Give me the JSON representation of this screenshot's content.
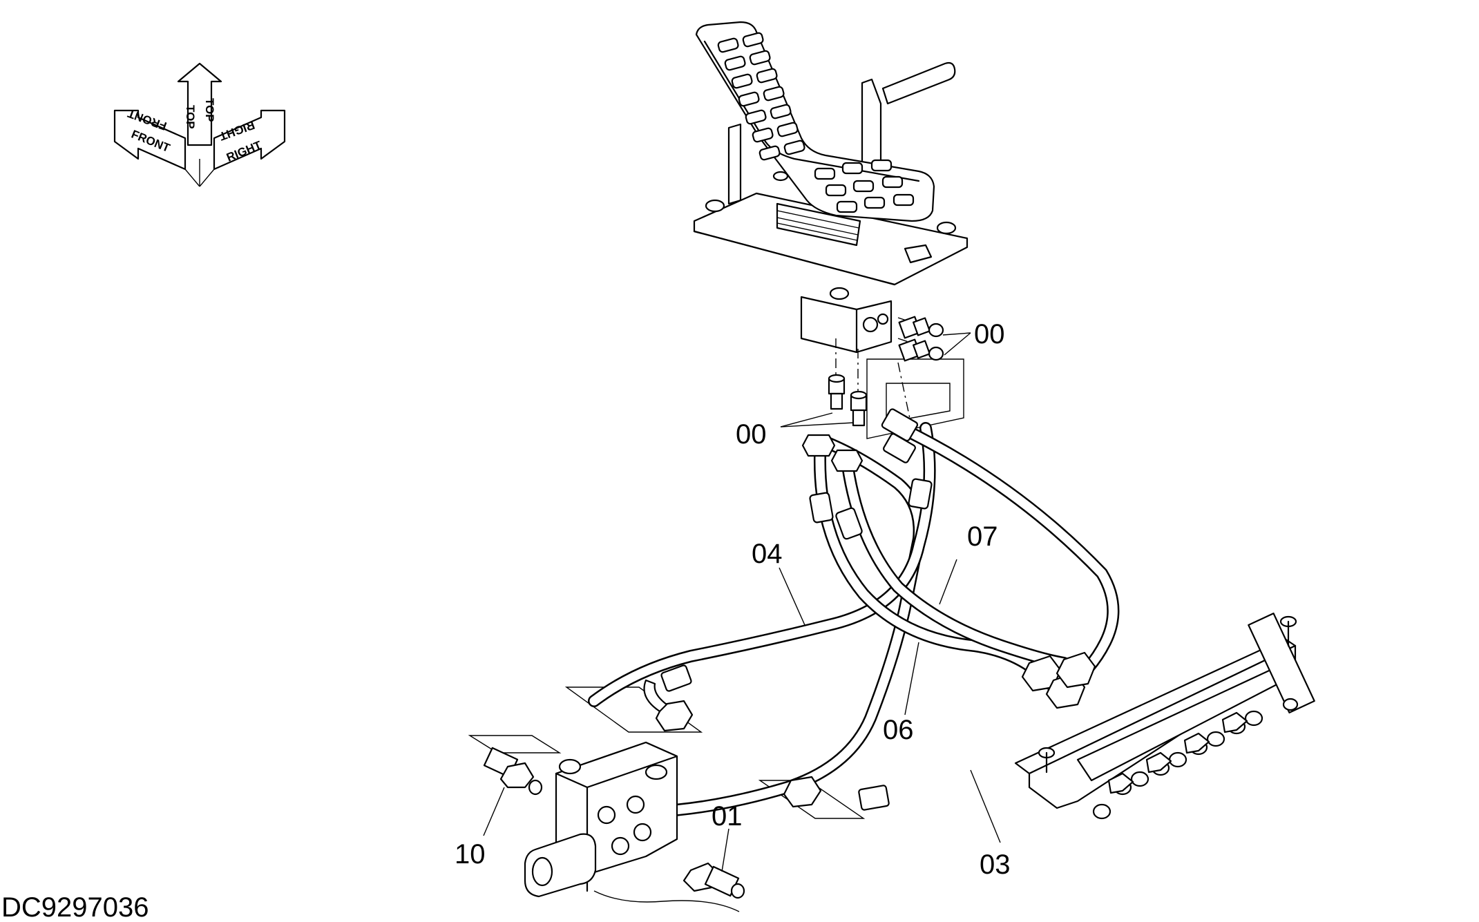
{
  "drawing_id": "DC9297036",
  "orientation": {
    "front": "FRONT",
    "top": "TOP",
    "right": "RIGHT"
  },
  "part_labels": {
    "p00_right": "00",
    "p00_left": "00",
    "p04": "04",
    "p07": "07",
    "p06": "06",
    "p03": "03",
    "p10": "10",
    "p01": "01"
  }
}
